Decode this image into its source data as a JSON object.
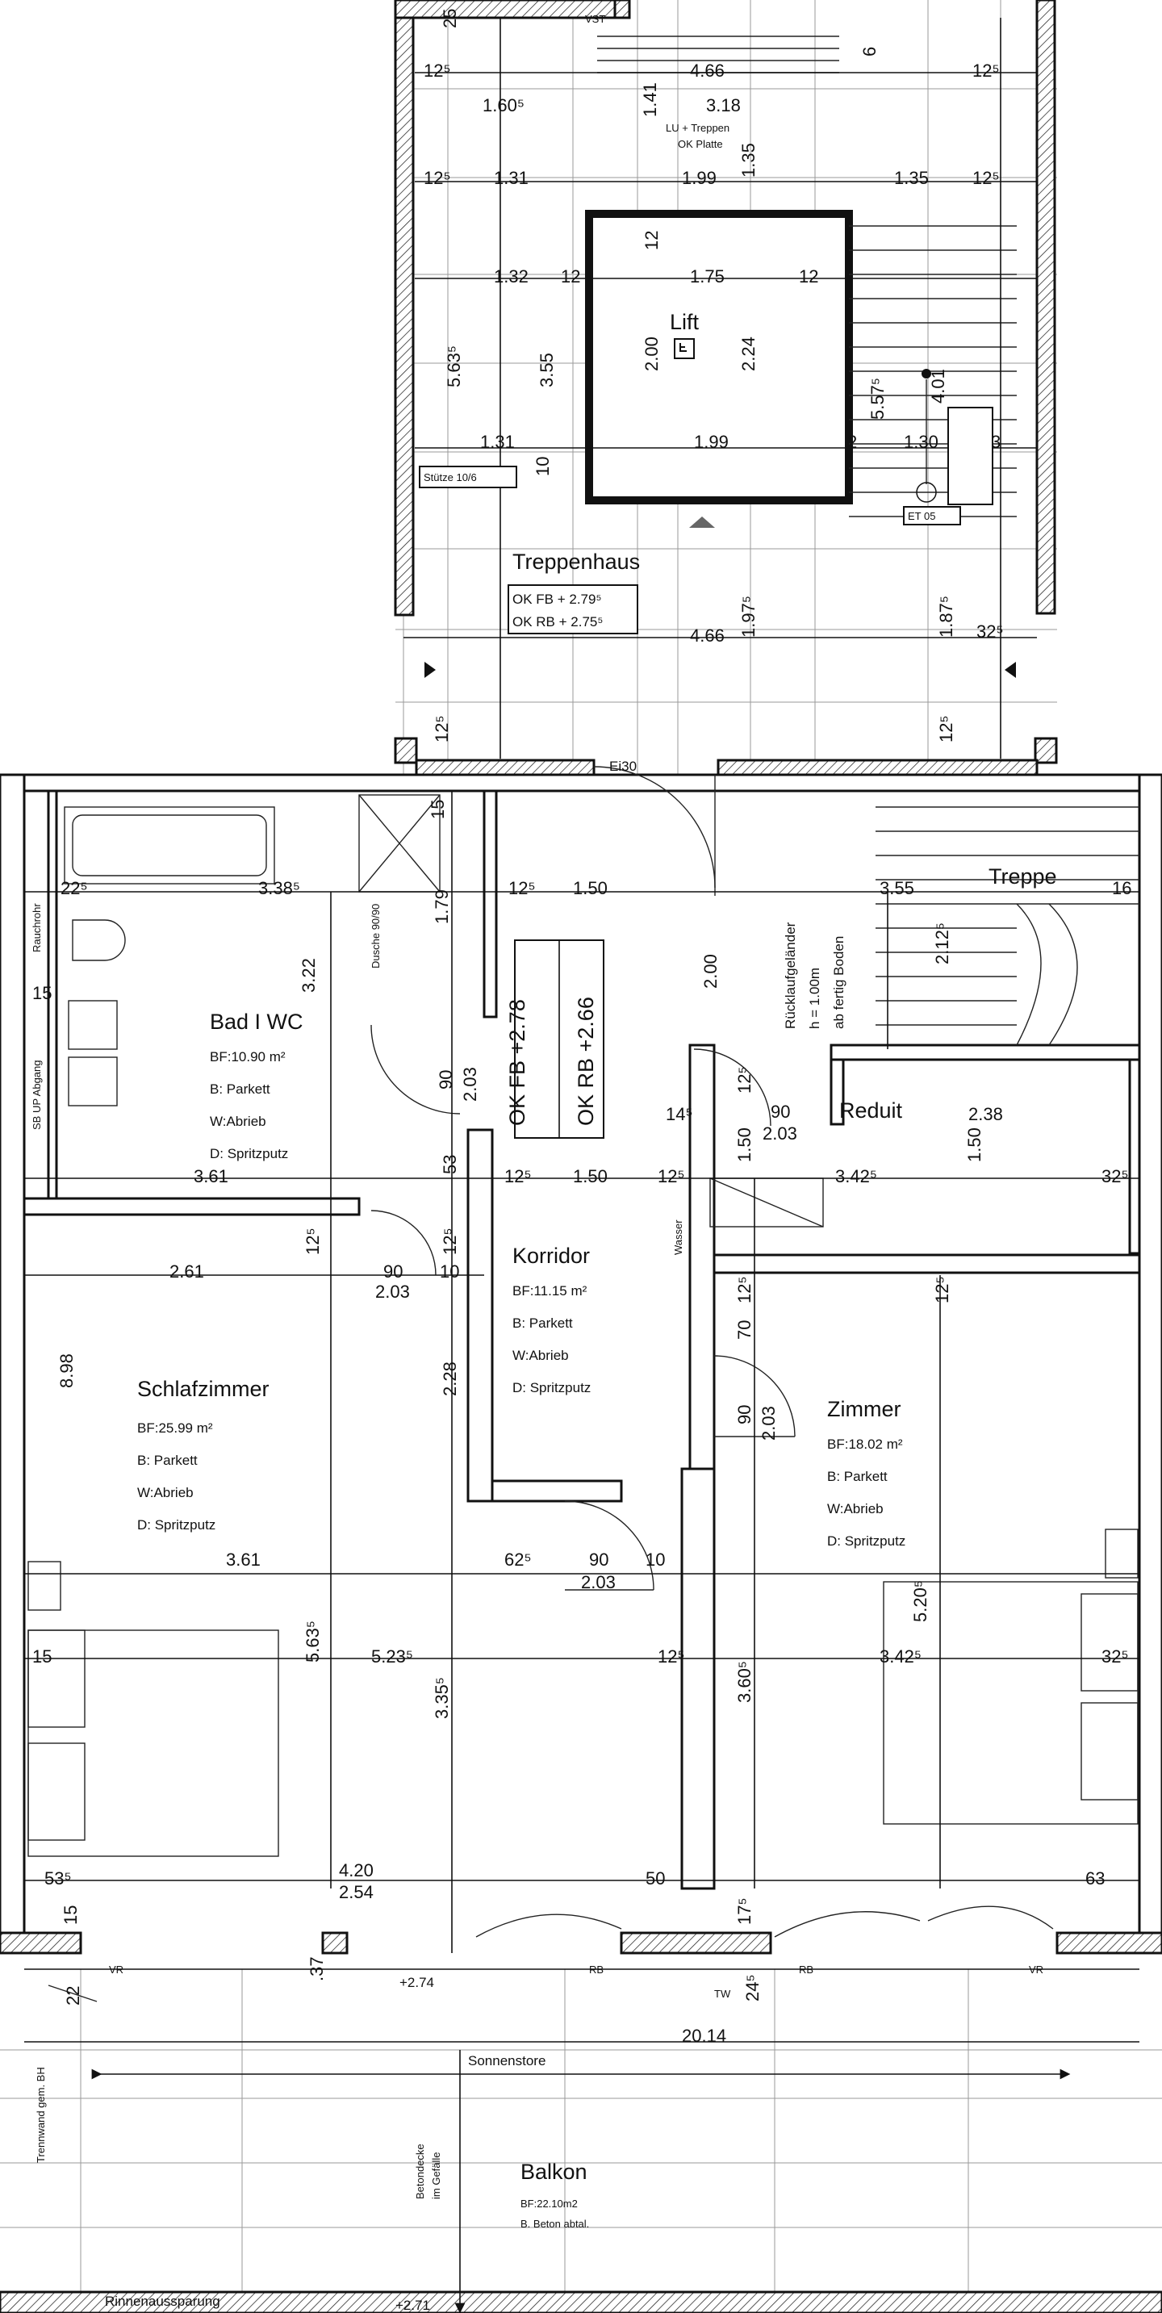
{
  "rooms": {
    "treppenhaus": {
      "name": "Treppenhaus",
      "ok_fb": "OK FB + 2.79⁵",
      "ok_rb": "OK RB + 2.75⁵"
    },
    "lift": {
      "name": "Lift"
    },
    "bad": {
      "name": "Bad I WC",
      "area": "BF:10.90 m²",
      "boden": "B: Parkett",
      "wand": "W:Abrieb",
      "decke": "D: Spritzputz"
    },
    "korridor": {
      "name": "Korridor",
      "area": "BF:11.15 m²",
      "boden": "B: Parkett",
      "wand": "W:Abrieb",
      "decke": "D: Spritzputz"
    },
    "schlafzimmer": {
      "name": "Schlafzimmer",
      "area": "BF:25.99 m²",
      "boden": "B: Parkett",
      "wand": "W:Abrieb",
      "decke": "D: Spritzputz"
    },
    "zimmer": {
      "name": "Zimmer",
      "area": "BF:18.02 m²",
      "boden": "B: Parkett",
      "wand": "W:Abrieb",
      "decke": "D: Spritzputz"
    },
    "reduit": {
      "name": "Reduit"
    },
    "treppe": {
      "name": "Treppe"
    },
    "balkon": {
      "name": "Balkon",
      "area": "BF:22.10m2",
      "boden": "B. Beton abtal."
    }
  },
  "annotations": {
    "ok_fb_corr": "OK FB +2.78",
    "ok_rb_corr": "OK RB +2.66",
    "sonnenstore": "Sonnenstore",
    "rinnen": "Rinnenaussparung",
    "level_274": "+2.74",
    "level_271": "+2.71",
    "ei30": "Ei30",
    "stuetze": "Stütze 10/6",
    "et": "ET 05",
    "vst": "VST",
    "wasser": "Wasser",
    "rb": "RB",
    "vr": "VR",
    "tw": "TW",
    "betondecke1": "Betondecke",
    "betondecke2": "im Gefälle",
    "rueck1": "Rücklaufgeländer",
    "rueck2": "h = 1.00m",
    "rueck3": "ab fertig Boden",
    "lu1": "LU + Treppen",
    "lu2": "OK Platte",
    "dusche": "Dusche 90/90",
    "rauch": "Rauchrohr",
    "trenn": "Trennwand gem. BH",
    "sb": "SB UP Abgang"
  },
  "dims": {
    "d_460": "4.66",
    "d_318": "3.18",
    "d_160": "1.60⁵",
    "d_141": "1.41",
    "d_131a": "1.31",
    "d_199a": "1.99",
    "d_135a": "1.35",
    "d_135b": "1.35",
    "d_132": "1.32",
    "d_175": "1.75",
    "d_200a": "2.00",
    "d_224": "2.24",
    "d_355": "3.55",
    "d_563a": "5.63⁵",
    "d_557": "5.57⁵",
    "d_401": "4.01",
    "d_131b": "1.31",
    "d_199b": "1.99",
    "d_130": "1.30",
    "d_466": "4.66",
    "d_197": "1.97⁵",
    "d_187": "1.87⁵",
    "d_32a": "32⁵",
    "d_125a": "12⁵",
    "d_125b": "12⁵",
    "d_125c": "12⁵",
    "d_125d": "12⁵",
    "d_12a": "12",
    "d_12b": "12",
    "d_12c": "12",
    "d_10a": "10",
    "d_2": "2",
    "d_3": "3",
    "d_6": "6",
    "d_25": "25",
    "d_125e": "12⁵",
    "d_125f": "12⁵",
    "d_225": "22⁵",
    "d_338": "3.38⁵",
    "d_15a": "15",
    "d_322": "3.22",
    "d_179": "1.79",
    "d_125g": "12⁵",
    "d_150a": "1.50",
    "d_200b": "2.00",
    "d_355b": "3.55",
    "d_16": "16",
    "d_212": "2.12⁵",
    "d_15b": "15",
    "d_90a": "90",
    "d_203a": "2.03",
    "d_53": "53",
    "d_361a": "3.61",
    "d_125h": "12⁵",
    "d_150b": "1.50",
    "d_125i": "12⁵",
    "d_342a": "3.42⁵",
    "d_150c": "1.50",
    "d_325": "32⁵",
    "d_238": "2.38",
    "d_14": "14⁵",
    "d_125j": "12⁵",
    "d_90b": "90",
    "d_203b": "2.03",
    "d_150d": "1.50",
    "d_261": "2.61",
    "d_125k": "12⁵",
    "d_90c": "90",
    "d_203c": "2.03",
    "d_125l": "12⁵",
    "d_10b": "10",
    "d_898": "8.98",
    "d_228": "2.28",
    "d_70": "70",
    "d_125m": "12⁵",
    "d_125n": "12⁵",
    "d_90d": "90",
    "d_203d": "2.03",
    "d_361b": "3.61",
    "d_625": "62⁵",
    "d_90e": "90",
    "d_10c": "10",
    "d_203e": "2.03",
    "d_520": "5.20⁵",
    "d_563b": "5.63⁵",
    "d_15c": "15",
    "d_523": "5.23⁵",
    "d_125o": "12⁵",
    "d_342b": "3.42⁵",
    "d_325b": "32⁵",
    "d_335": "3.35⁵",
    "d_360": "3.60⁵",
    "d_535": "53⁵",
    "d_420": "4.20",
    "d_254": "2.54",
    "d_50": "50",
    "d_63": "63",
    "d_15d": "15",
    "d_175b": "17⁵",
    "d_37": ".37",
    "d_22": "22",
    "d_245": "24⁵",
    "d_2014": "20.14"
  }
}
